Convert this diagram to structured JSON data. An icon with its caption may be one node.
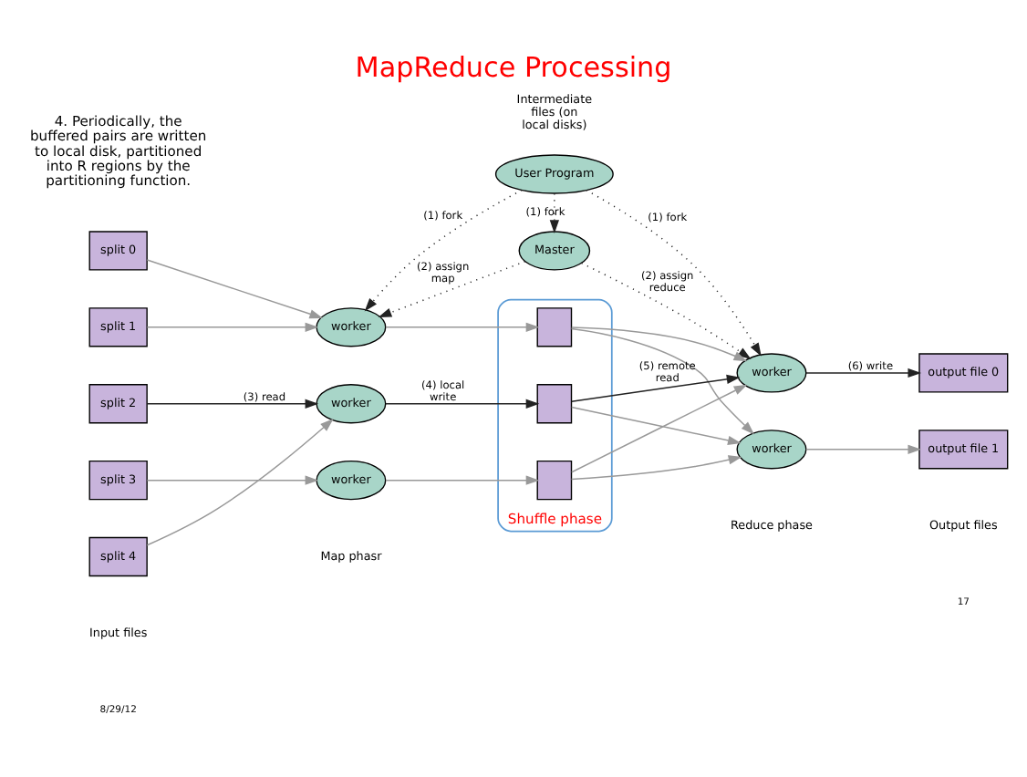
{
  "diagram": {
    "title": "MapReduce Processing",
    "nodes": [
      {
        "text": [
          "User Program"
        ]
      },
      {
        "text": [
          "Master"
        ]
      },
      {
        "text": [
          "split 0"
        ]
      },
      {
        "text": [
          "split 1"
        ]
      },
      {
        "text": [
          "split 2"
        ]
      },
      {
        "text": [
          "split 3"
        ]
      },
      {
        "text": [
          "split 4"
        ]
      },
      {
        "text": [
          "worker"
        ]
      },
      {
        "text": [
          "worker"
        ]
      },
      {
        "text": [
          "worker"
        ]
      },
      {
        "text": [
          "Shuffle phase"
        ]
      },
      {
        "text": [],
        "shape": "box",
        "in": 10
      },
      {
        "text": [],
        "shape": "box",
        "in": 10
      },
      {
        "text": [],
        "shape": "box",
        "in": 10
      },
      {
        "text": [
          "worker"
        ]
      },
      {
        "text": [
          "worker"
        ]
      },
      {
        "text": [
          "output file 0"
        ]
      },
      {
        "text": [
          "output file 1"
        ]
      }
    ],
    "edges": [
      {
        "from": 0,
        "to": 7,
        "arrow": "to",
        "label": "(1) fork",
        "style": "dashed",
        "color": "#222222"
      },
      {
        "from": 0,
        "to": 1,
        "arrow": "to",
        "label": "(1) fork",
        "style": "dashed",
        "color": "#222222"
      },
      {
        "from": 0,
        "to": 14,
        "arrow": "to",
        "label": "(1) fork",
        "style": "dashed",
        "color": "#222222"
      },
      {
        "from": 1,
        "to": 7,
        "arrow": "to",
        "label": "(2) assign map",
        "style": "dashed",
        "color": "#222222"
      },
      {
        "from": 1,
        "to": 14,
        "arrow": "to",
        "label": "(2) assign reduce",
        "style": "dashed",
        "color": "#222222"
      },
      {
        "from": 2,
        "to": 7,
        "arrow": "to"
      },
      {
        "from": 3,
        "to": 7,
        "arrow": "to"
      },
      {
        "from": 4,
        "to": 8,
        "arrow": "to",
        "label": "(3) read",
        "color": "#222222"
      },
      {
        "from": 5,
        "to": 9,
        "arrow": "to"
      },
      {
        "from": 6,
        "to": 8,
        "arrow": "to"
      },
      {
        "from": 7,
        "to": 11,
        "arrow": "to"
      },
      {
        "from": 8,
        "to": 12,
        "arrow": "to",
        "label": "(4) local write",
        "color": "#222222"
      },
      {
        "from": 9,
        "to": 13,
        "arrow": "to"
      },
      {
        "from": 11,
        "to": 14,
        "arrow": "to"
      },
      {
        "from": 11,
        "to": 15,
        "arrow": "to"
      },
      {
        "from": 12,
        "to": 14,
        "arrow": "to",
        "label": "(5) remote read",
        "color": "#222222"
      },
      {
        "from": 12,
        "to": 15,
        "arrow": "to"
      },
      {
        "from": 13,
        "to": 14,
        "arrow": "to"
      },
      {
        "from": 13,
        "to": 15,
        "arrow": "to"
      },
      {
        "from": 14,
        "to": 16,
        "arrow": "to",
        "label": "(6) write",
        "color": "#222222"
      },
      {
        "from": 15,
        "to": 17,
        "arrow": "to"
      }
    ],
    "labels": [
      "4. Periodically, the buffered pairs are written to local disk, partitioned into R regions by the partitioning function.",
      "Input files",
      "Map phasr",
      "Intermediate files (on local disks)",
      "Reduce phase",
      "Output files",
      "8/29/12",
      "17"
    ]
  }
}
